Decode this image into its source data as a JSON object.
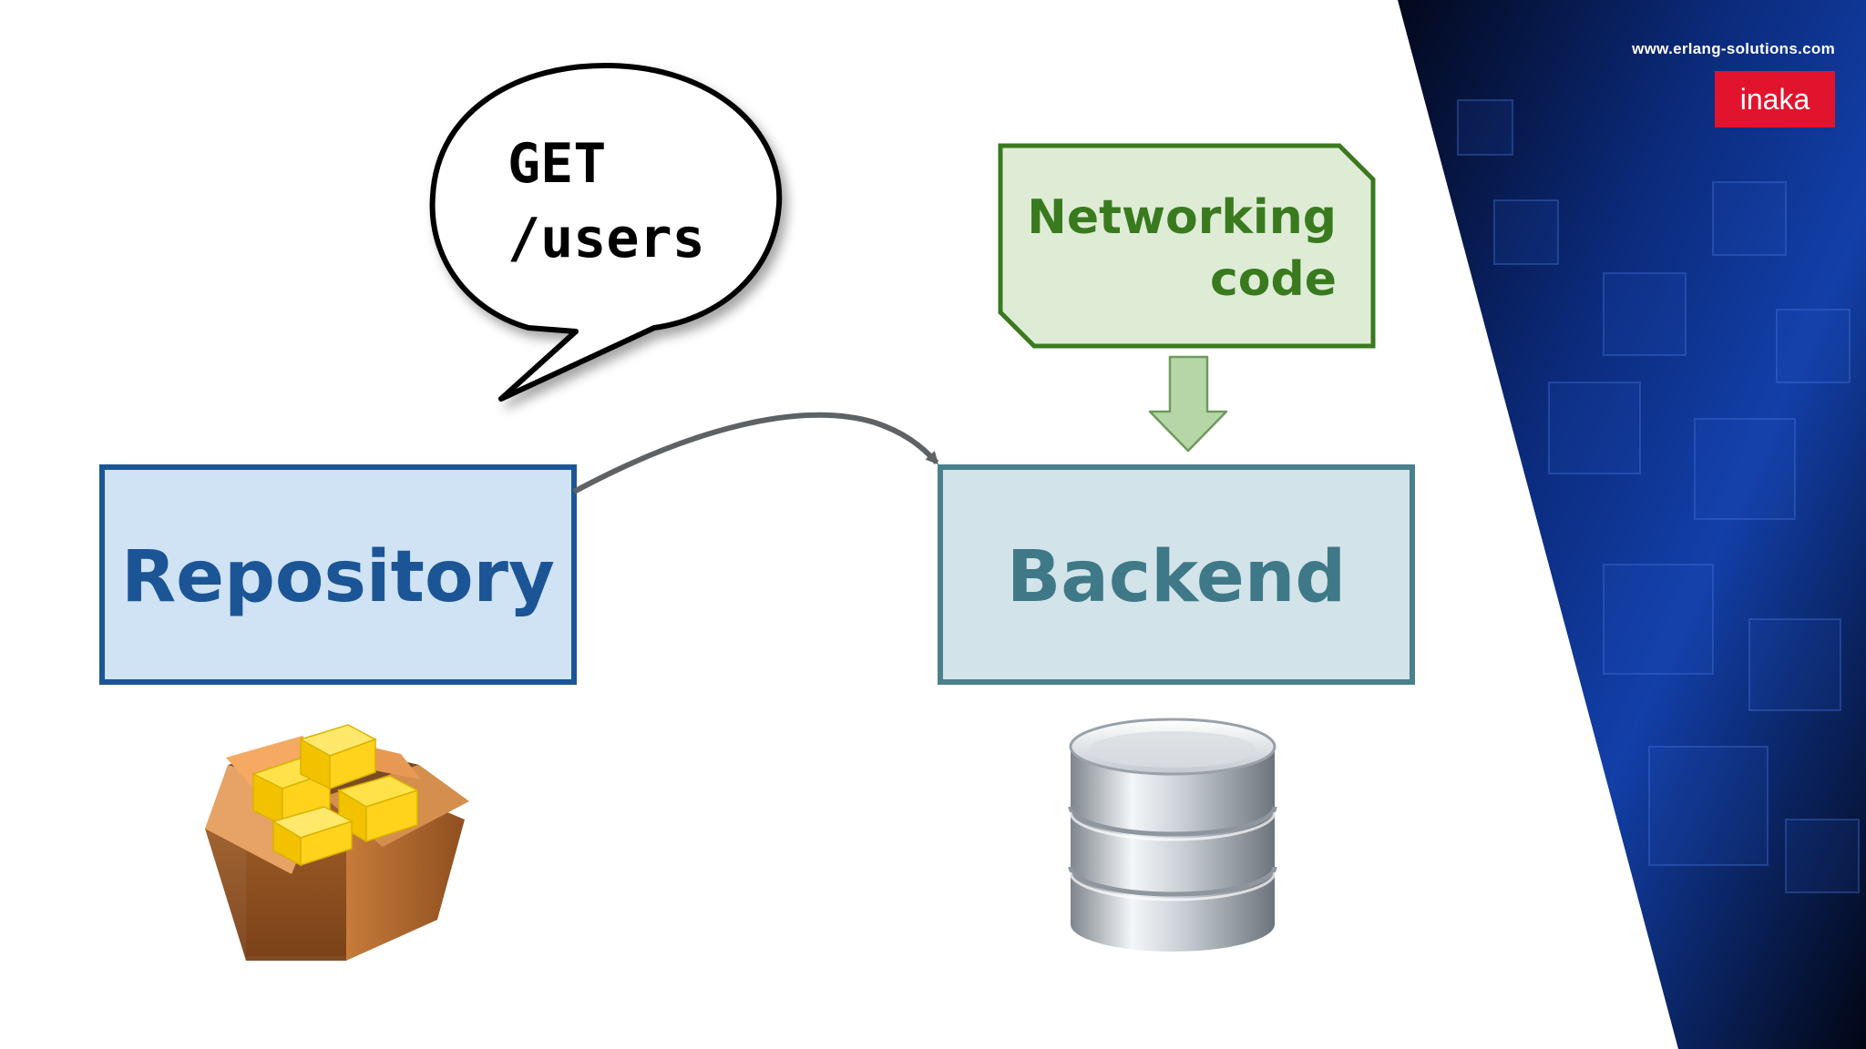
{
  "speech_bubble": {
    "line1": "GET",
    "line2": "/users"
  },
  "networking_note": {
    "line1": "Networking",
    "line2": "code"
  },
  "repository_box": {
    "label": "Repository"
  },
  "backend_box": {
    "label": "Backend"
  },
  "branding": {
    "url": "www.erlang-solutions.com",
    "logo_text": "inaka"
  },
  "icons": {
    "package": "package-box-icon",
    "database": "database-cylinder-icon"
  },
  "colors": {
    "repository_fill": "#cfe3f5",
    "repository_stroke": "#1c5596",
    "repository_text": "#1c5596",
    "backend_fill": "#d2e3e9",
    "backend_stroke": "#4a7f8c",
    "backend_text": "#3f7987",
    "note_fill": "#deecd6",
    "note_stroke": "#3a7a1e",
    "note_text": "#3a7a1e",
    "logo_bg": "#e2142d"
  }
}
